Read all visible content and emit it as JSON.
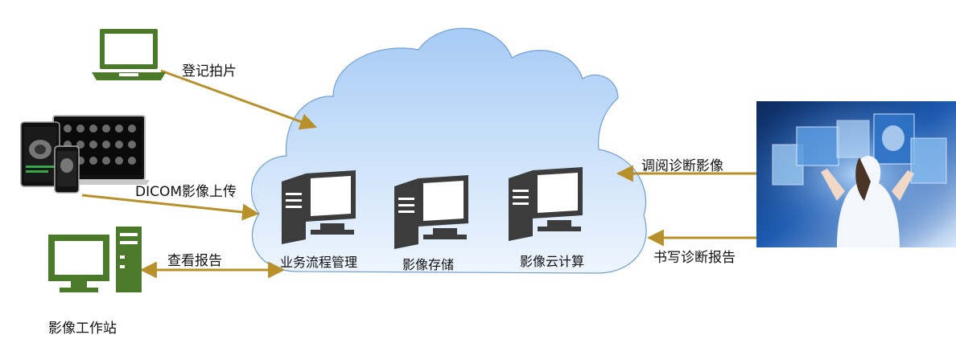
{
  "labels": {
    "register_photo": "登记拍片",
    "dicom_upload": "DICOM影像上传",
    "view_report": "查看报告",
    "workstation": "影像工作站",
    "retrieve_images": "调阅诊断影像",
    "write_report": "书写诊断报告"
  },
  "cloud": {
    "services": [
      {
        "label": "业务流程管理",
        "icon": "server-icon"
      },
      {
        "label": "影像存储",
        "icon": "server-icon"
      },
      {
        "label": "影像云计算",
        "icon": "server-icon"
      }
    ]
  },
  "icons": {
    "laptop": "laptop-icon",
    "devices": "medical-devices-icon",
    "workstation": "desktop-computer-icon",
    "doctor_photo": "doctor-viewing-xrays-image"
  },
  "colors": {
    "arrow": "#b8902a",
    "device_green": "#4a7a2a",
    "server_dark": "#3c3c3c",
    "cloud_top": "#a9cdf6",
    "cloud_bottom": "#e8f2fd",
    "cloud_border": "#6f9fd8"
  }
}
